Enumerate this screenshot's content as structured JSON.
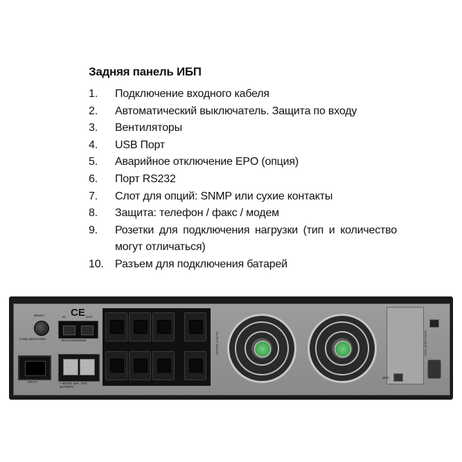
{
  "document": {
    "title": "Задняя панель ИБП",
    "items": [
      {
        "num": "1.",
        "text": "Подключение входного кабеля"
      },
      {
        "num": "2.",
        "text": "Автоматический выключатель. Защита по входу"
      },
      {
        "num": "3.",
        "text": "Вентиляторы"
      },
      {
        "num": "4.",
        "text": "USB Порт"
      },
      {
        "num": "5.",
        "text": "Аварийное отключение EPO (опция)"
      },
      {
        "num": "6.",
        "text": "Порт RS232"
      },
      {
        "num": "7.",
        "text": "Слот для опций: SNMP или сухие контакты"
      },
      {
        "num": "8.",
        "text": "Защита: телефон / факс / модем"
      },
      {
        "num": "9.",
        "text": "Розетки для подключения нагрузки (тип и количество могут отличаться)"
      },
      {
        "num": "10.",
        "text": "Разъем для подключения батарей"
      }
    ]
  },
  "panel": {
    "reset_label": "RESET",
    "fuse_label": "FUSE 250VAC/20A",
    "input_label": "INPUT",
    "ce_mark": "CE",
    "in_label": "IN",
    "out_label": "OUT",
    "tel_label": "TEL/FAX/MODEM",
    "battery_label": "+ 96VDC 30A - EXT BATTERY",
    "output_label": "OUTPUT SOCKET",
    "slot_label": "INTELLIGENT SLOT",
    "epo_label": "EPO"
  }
}
